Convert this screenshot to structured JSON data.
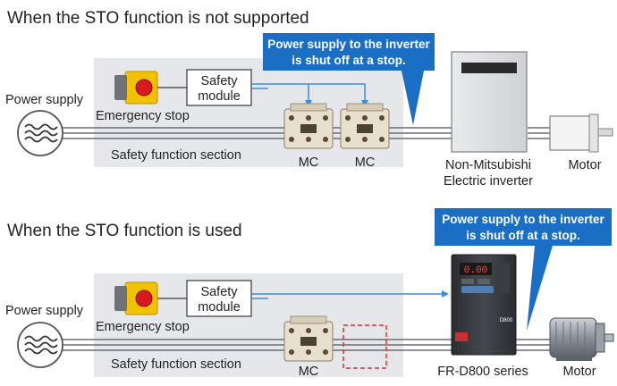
{
  "top": {
    "title": "When the STO function is not supported",
    "callout": [
      "Power supply to the inverter",
      "is shut off at a stop."
    ],
    "power_supply": "Power supply",
    "emergency_stop": "Emergency stop",
    "safety_module": [
      "Safety",
      "module"
    ],
    "section": "Safety function section",
    "mc_labels": [
      "MC",
      "MC"
    ],
    "inverter_label": [
      "Non-Mitsubishi",
      "Electric inverter"
    ],
    "motor": "Motor"
  },
  "bottom": {
    "title": "When the STO function is used",
    "callout": [
      "Power supply to the inverter",
      "is shut off at a stop."
    ],
    "power_supply": "Power supply",
    "emergency_stop": "Emergency stop",
    "safety_module": [
      "Safety",
      "module"
    ],
    "section": "Safety function section",
    "mc_label": "MC",
    "inverter_label": "FR-D800 series",
    "motor": "Motor",
    "drive_display": "0.00",
    "drive_badge": "D800"
  },
  "colors": {
    "callout": "#1a6fc4",
    "section_bg": "#e6e7ea",
    "arrow": "#3a8ee0",
    "estop_red": "#d71920",
    "estop_yellow": "#f2c200",
    "dashed": "#e03030"
  }
}
